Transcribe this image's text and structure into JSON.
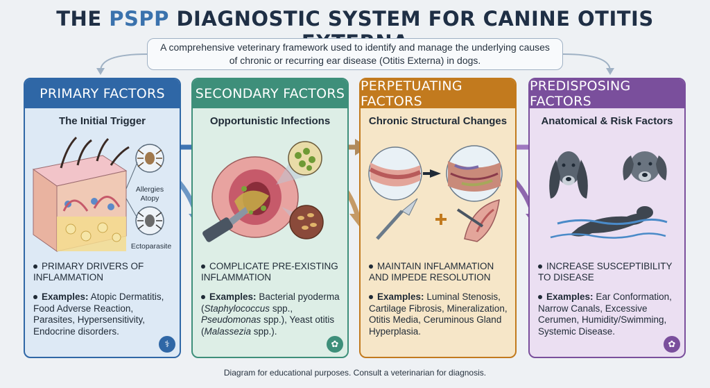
{
  "header": {
    "title_pre": "THE ",
    "title_highlight": "PSPP",
    "title_post": " DIAGNOSTIC SYSTEM FOR CANINE OTITIS EXTERNA",
    "subtitle": "A comprehensive veterinary framework used to identify and manage the underlying causes of chronic or recurring ear disease (Otitis Externa) in dogs."
  },
  "colors": {
    "primary": "#2f67a6",
    "secondary": "#3e8f7a",
    "perpetuating": "#c27a1e",
    "predisposing": "#7a4f9c"
  },
  "cards": [
    {
      "head": "PRIMARY FACTORS",
      "sub": "The Initial Trigger",
      "labels": [
        "Allergies",
        "Atopy",
        "Ectoparasite"
      ],
      "bullet": "Primary drivers of inflammation",
      "examples_label": "Examples:",
      "examples_text": "Atopic Dermatitis, Food Adverse Reaction, Parasites, Hypersensitivity, Endocrine disorders.",
      "corner_icon": "stethoscope-icon"
    },
    {
      "head": "SECONDARY FACTORS",
      "sub": "Opportunistic Infections",
      "bullet": "Complicate pre-existing inflammation",
      "examples_label": "Examples:",
      "ex_a": "Bacterial pyoderma (",
      "ex_i1": "Staphylococcus",
      "ex_b": " spp., ",
      "ex_i2": "Pseudomonas",
      "ex_c": " spp.), Yeast otitis (",
      "ex_i3": "Malassezia",
      "ex_d": " spp.).",
      "corner_icon": "paw-icon"
    },
    {
      "head": "PERPETUATING FACTORS",
      "sub": "Chronic Structural Changes",
      "bullet": "Maintain inflammation and impede resolution",
      "examples_label": "Examples:",
      "examples_text": "Luminal Stenosis, Cartilage Fibrosis, Mineralization, Otitis Media, Ceruminous Gland Hyperplasia.",
      "corner_icon": "none"
    },
    {
      "head": "PREDISPOSING FACTORS",
      "sub": "Anatomical & Risk Factors",
      "bullet": "Increase susceptibility to disease",
      "examples_label": "Examples:",
      "examples_text": "Ear Conformation, Narrow Canals, Excessive Cerumen, Humidity/Swimming, Systemic Disease.",
      "corner_icon": "paw-icon"
    }
  ],
  "footer": "Diagram for educational purposes. Consult a veterinarian for diagnosis."
}
